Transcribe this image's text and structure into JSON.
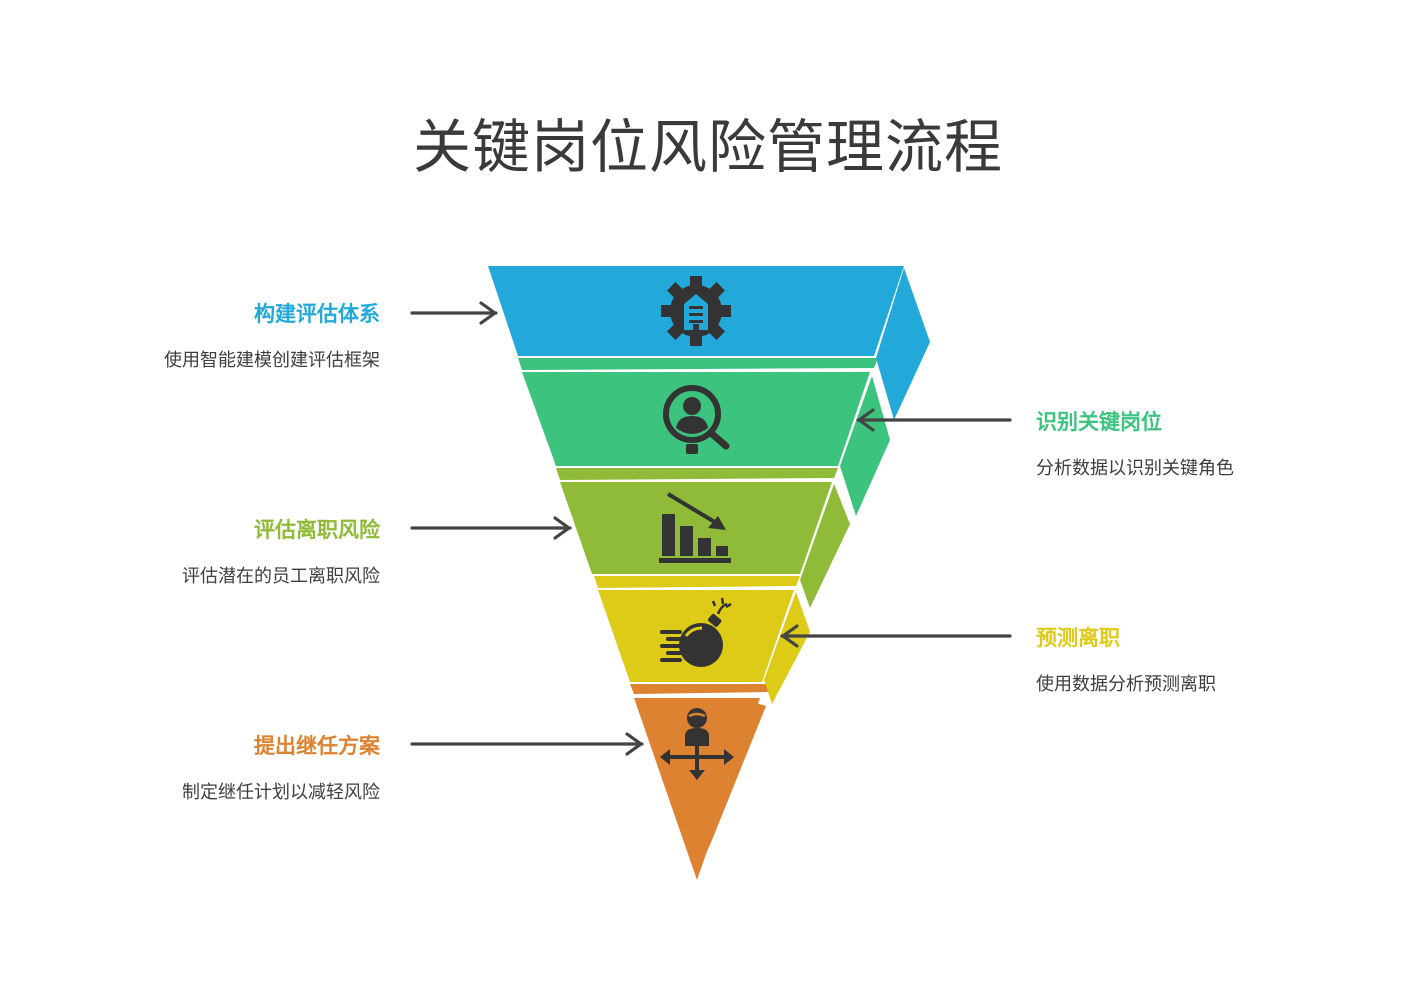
{
  "title": "关键岗位风险管理流程",
  "colors": {
    "arrow": "#444444",
    "icon": "#333333"
  },
  "steps": [
    {
      "title": "构建评估体系",
      "description": "使用智能建模创建评估框架",
      "color": "#22a9d9",
      "side_color": "#1c92bd",
      "icon": "gear-building-icon",
      "side": "left"
    },
    {
      "title": "识别关键岗位",
      "description": "分析数据以识别关键角色",
      "color": "#3cc47f",
      "side_color": "#31a86c",
      "icon": "person-search-icon",
      "side": "right"
    },
    {
      "title": "评估离职风险",
      "description": "评估潜在的员工离职风险",
      "color": "#8fbb38",
      "side_color": "#7aa22d",
      "icon": "declining-chart-icon",
      "side": "left"
    },
    {
      "title": "预测离职",
      "description": "使用数据分析预测离职",
      "color": "#ddcb17",
      "side_color": "#c4b310",
      "icon": "bomb-icon",
      "side": "right"
    },
    {
      "title": "提出继任方案",
      "description": "制定继任计划以减轻风险",
      "color": "#dc8230",
      "side_color": "#c26f25",
      "icon": "person-move-icon",
      "side": "left"
    }
  ]
}
